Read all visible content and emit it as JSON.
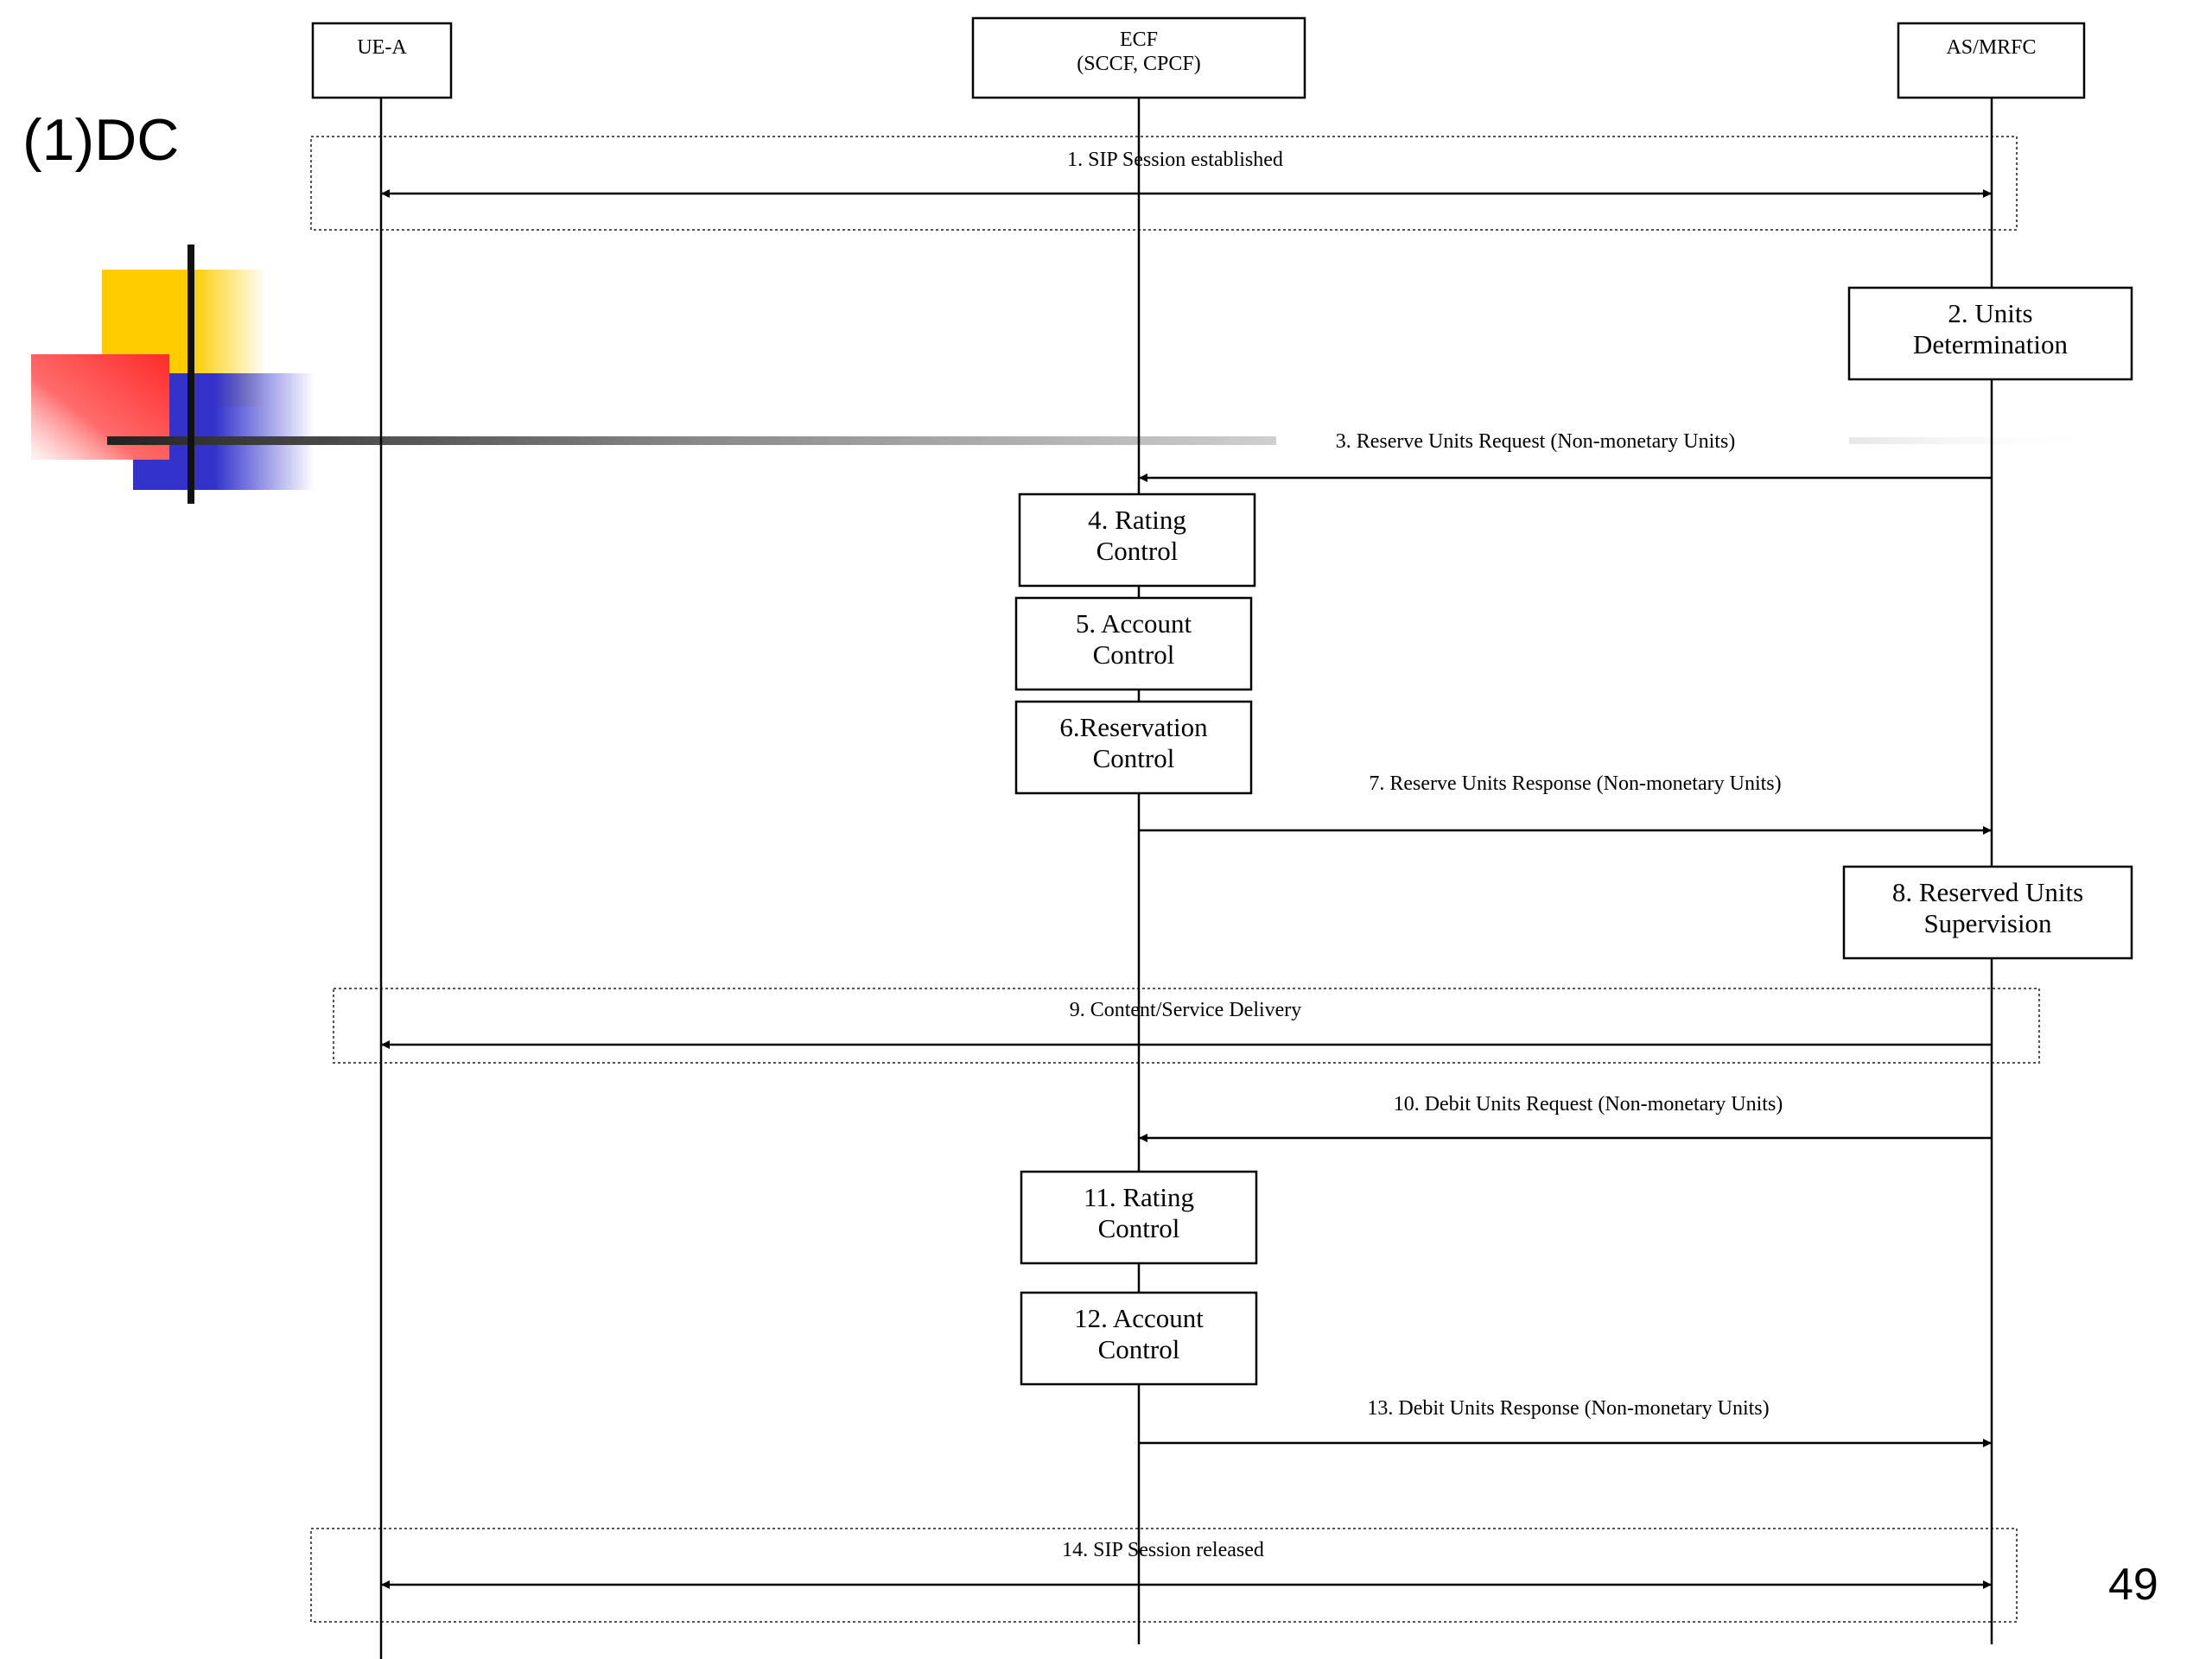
{
  "slide": {
    "title": "(1)DC",
    "page_number": "49"
  },
  "participants": [
    {
      "id": "ue",
      "lines": [
        "UE-A"
      ]
    },
    {
      "id": "ecf",
      "lines": [
        "ECF",
        "(SCCF, CPCF)"
      ]
    },
    {
      "id": "as",
      "lines": [
        "AS/MRFC"
      ]
    }
  ],
  "messages": [
    {
      "id": "m1",
      "label": "1. SIP Session established",
      "from": "ue",
      "to": "as",
      "bidirectional": true,
      "framed": true
    },
    {
      "id": "m3",
      "label": "3. Reserve Units Request (Non-monetary Units)",
      "from": "as",
      "to": "ecf"
    },
    {
      "id": "m7",
      "label": "7. Reserve Units Response (Non-monetary Units)",
      "from": "ecf",
      "to": "as"
    },
    {
      "id": "m9",
      "label": "9. Content/Service Delivery",
      "from": "as",
      "to": "ue",
      "framed": true
    },
    {
      "id": "m10",
      "label": "10. Debit Units Request (Non-monetary Units)",
      "from": "as",
      "to": "ecf"
    },
    {
      "id": "m13",
      "label": "13. Debit Units Response (Non-monetary Units)",
      "from": "ecf",
      "to": "as"
    },
    {
      "id": "m14",
      "label": "14. SIP Session released",
      "from": "ue",
      "to": "as",
      "bidirectional": true,
      "framed": true
    }
  ],
  "steps": [
    {
      "id": "s2",
      "lines": [
        "2. Units",
        "Determination"
      ],
      "on": "as"
    },
    {
      "id": "s4",
      "lines": [
        "4. Rating",
        "Control"
      ],
      "on": "ecf"
    },
    {
      "id": "s5",
      "lines": [
        "5. Account",
        "Control"
      ],
      "on": "ecf"
    },
    {
      "id": "s6",
      "lines": [
        "6.Reservation",
        "Control"
      ],
      "on": "ecf"
    },
    {
      "id": "s8",
      "lines": [
        "8. Reserved Units",
        "Supervision"
      ],
      "on": "as"
    },
    {
      "id": "s11",
      "lines": [
        "11. Rating",
        "Control"
      ],
      "on": "ecf"
    },
    {
      "id": "s12",
      "lines": [
        "12. Account",
        "Control"
      ],
      "on": "ecf"
    }
  ],
  "colors": {
    "decor_yellow": "#ffcc00",
    "decor_red": "#ff3333",
    "decor_blue": "#3333cc",
    "line": "#000000"
  }
}
